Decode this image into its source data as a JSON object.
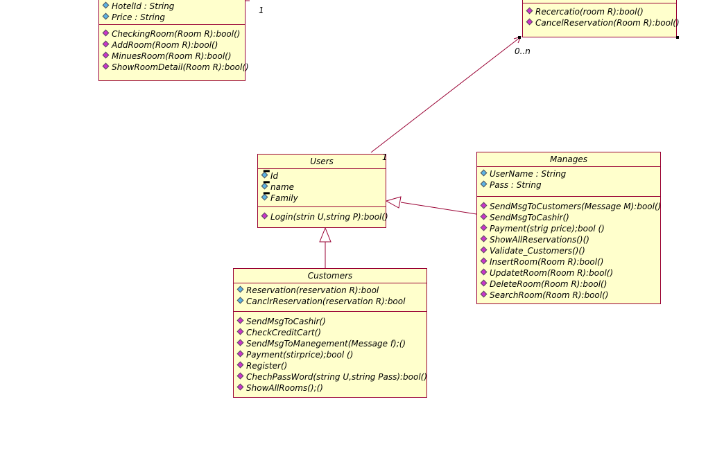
{
  "classes": {
    "room": {
      "attributes": [
        "HotelId : String",
        "Price : String"
      ],
      "operations": [
        "CheckingRoom(Room R):bool()",
        "AddRoom(Room R):bool()",
        "MinuesRoom(Room R):bool()",
        "ShowRoomDetail(Room R):bool()"
      ]
    },
    "reservation": {
      "operations": [
        "Recercatio(room R):bool()",
        "CancelReservation(Room R):bool()"
      ]
    },
    "users": {
      "name": "Users",
      "attributes": [
        "Id",
        "name",
        "Family"
      ],
      "operations": [
        "Login(strin U,string P):bool()"
      ]
    },
    "manages": {
      "name": "Manages",
      "attributes": [
        "UserName : String",
        "Pass : String"
      ],
      "operations": [
        "SendMsgToCustomers(Message M):bool()",
        "SendMsgToCashir()",
        "Payment(strig price);bool ()",
        "ShowAllReservations()()",
        "Validate_Customers()()",
        "InsertRoom(Room R):bool()",
        "UpdatetRoom(Room R):bool()",
        "DeleteRoom(Room R):bool()",
        "SearchRoom(Room R):bool()"
      ]
    },
    "customers": {
      "name": "Customers",
      "attributes": [
        "Reservation(reservation R):bool",
        "CanclrReservation(reservation R):bool"
      ],
      "operations": [
        "SendMsgToCashir()",
        "CheckCreditCart()",
        "SendMsgToManegement(Message f);()",
        "Payment(stirprice);bool ()",
        "Register()",
        "ChechPassWord(string U,string Pass):bool()",
        "ShowAllRooms();()"
      ]
    }
  },
  "multiplicities": {
    "room_one": "1",
    "reservation_many": "0..n",
    "users_one": "1"
  },
  "colors": {
    "class_fill": "#ffffcc",
    "border": "#990033",
    "attribute_icon": "#5ab3e6",
    "operation_icon": "#cc33cc"
  }
}
